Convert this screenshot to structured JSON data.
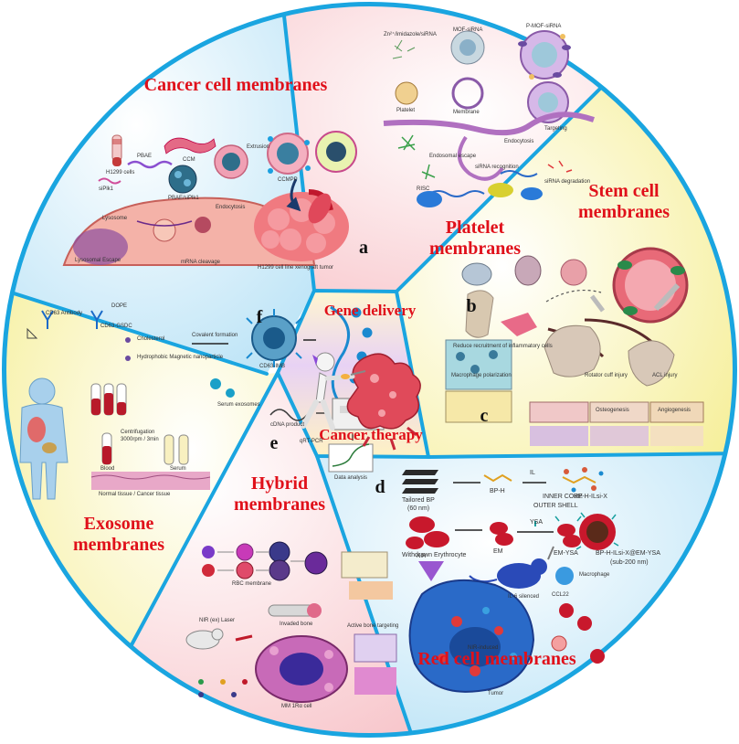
{
  "sectors": {
    "cancer": {
      "title": "Cancer cell membranes",
      "letter": "a",
      "labels": [
        "H1299 cells",
        "PBAE",
        "siPlk1",
        "CCM",
        "PBAE/siPlk1",
        "Extrusion",
        "CCMPP",
        "Lysosome",
        "Lysosomal Escape",
        "mRNA cleavage",
        "H1299 cell line xenograft tumor",
        "Endocytosis"
      ]
    },
    "platelet": {
      "title_line1": "Platelet",
      "title_line2": "membranes",
      "letter": "b",
      "labels": [
        "Zn²⁺/imidazole/siRNA",
        "MOF-siRNA",
        "P-MOF-siRNA",
        "Platelet",
        "Membrane",
        "Targeting",
        "Endocytosis",
        "Endosomal escape",
        "siRNA recognition",
        "siRNA degradation",
        "RISC"
      ]
    },
    "stem": {
      "title_line1": "Stem cell",
      "title_line2": "membranes",
      "letter": "c",
      "labels": [
        "Rotator cuff injury",
        "ACL injury",
        "Osteogenesis",
        "Angiogenesis",
        "Macrophage polarization",
        "Reduce recruitment of inflammatory cells"
      ]
    },
    "red": {
      "title": "Red cell membranes",
      "letter": "d",
      "labels": [
        "Tailored BP",
        "(60 nm)",
        "BP-H",
        "IL",
        "BP-H-ILsi-X",
        "INNER CORE",
        "OUTER SHELL",
        "Withdrawn Erythrocyte",
        "EM",
        "YSA",
        "EM-YSA",
        "BP-H-ILsi-X@EM-YSA",
        "(sub-200 nm)",
        "NIR",
        "Macrophage",
        "CCL22",
        "Tumor",
        "IL-6 silenced",
        "NIR-induced"
      ]
    },
    "hybrid": {
      "title_line1": "Hybrid",
      "title_line2": "membranes",
      "letter": "e",
      "labels": [
        "RBC membrane",
        "NIR (ex) Laser",
        "Invaded bone",
        "Active bone targeting",
        "MM 1Rα cell"
      ]
    },
    "exosome": {
      "title_line1": "Exosome",
      "title_line2": "membranes",
      "letter": "f",
      "labels": [
        "CD63 Antibody",
        "DOPE",
        "CD63-GSDC",
        "Cholesterol",
        "Covalent formation",
        "CD63-IMB",
        "Hydrophobic Magnetic nanoparticle",
        "Serum exosomes",
        "Centrifugation",
        "3000rpm / 3min",
        "Blood",
        "Serum",
        "Normal tissue / Cancer tissue",
        "cDNA product",
        "qRT-PCR",
        "Data analysis"
      ]
    }
  },
  "center": {
    "top": "Gene delivery",
    "bottom": "Cancer therapy"
  },
  "colors": {
    "ring": "#1aa5e0",
    "title_red": "#e0101a",
    "cancer_bg": "#cdeaf8",
    "platelet_bg": "#fde1e4",
    "stem_bg": "#fbf6b8",
    "red_bg": "#d4ecf8",
    "hybrid_bg": "#fbe3e6",
    "exosome_bg": "#fbf6b8",
    "center_bg": "#ecdcf4"
  }
}
